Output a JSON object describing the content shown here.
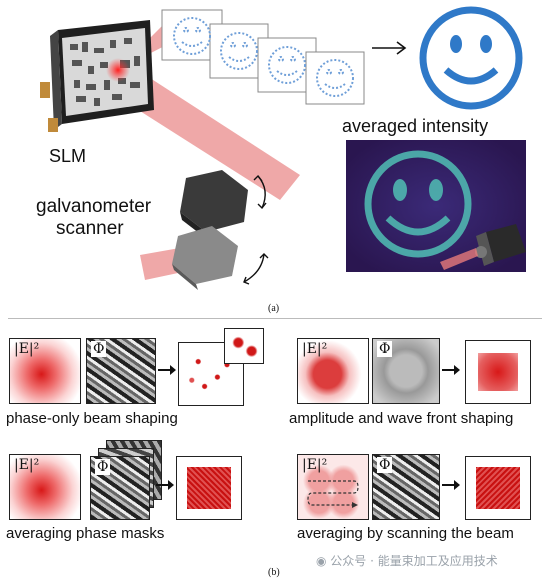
{
  "panel_a": {
    "slm_label": "SLM",
    "galvo_label_1": "galvanometer",
    "galvo_label_2": "scanner",
    "averaged_label": "averaged intensity",
    "panel_label": "(a)"
  },
  "panel_b": {
    "panel_label": "(b)",
    "intensity_symbol": "|E|²",
    "phase_symbol": "Φ",
    "captions": {
      "top_left": "phase-only beam shaping",
      "top_right": "amplitude and wave front shaping",
      "bottom_left": "averaging phase masks",
      "bottom_right": "averaging by scanning the beam"
    }
  },
  "watermark": "公众号 · 能量束加工及应用技术",
  "colors": {
    "beam": "#e77a7a",
    "smiley_blue": "#2f79c8",
    "camera_bg": "#3a1f5e",
    "shaped_red": "#d01818"
  }
}
